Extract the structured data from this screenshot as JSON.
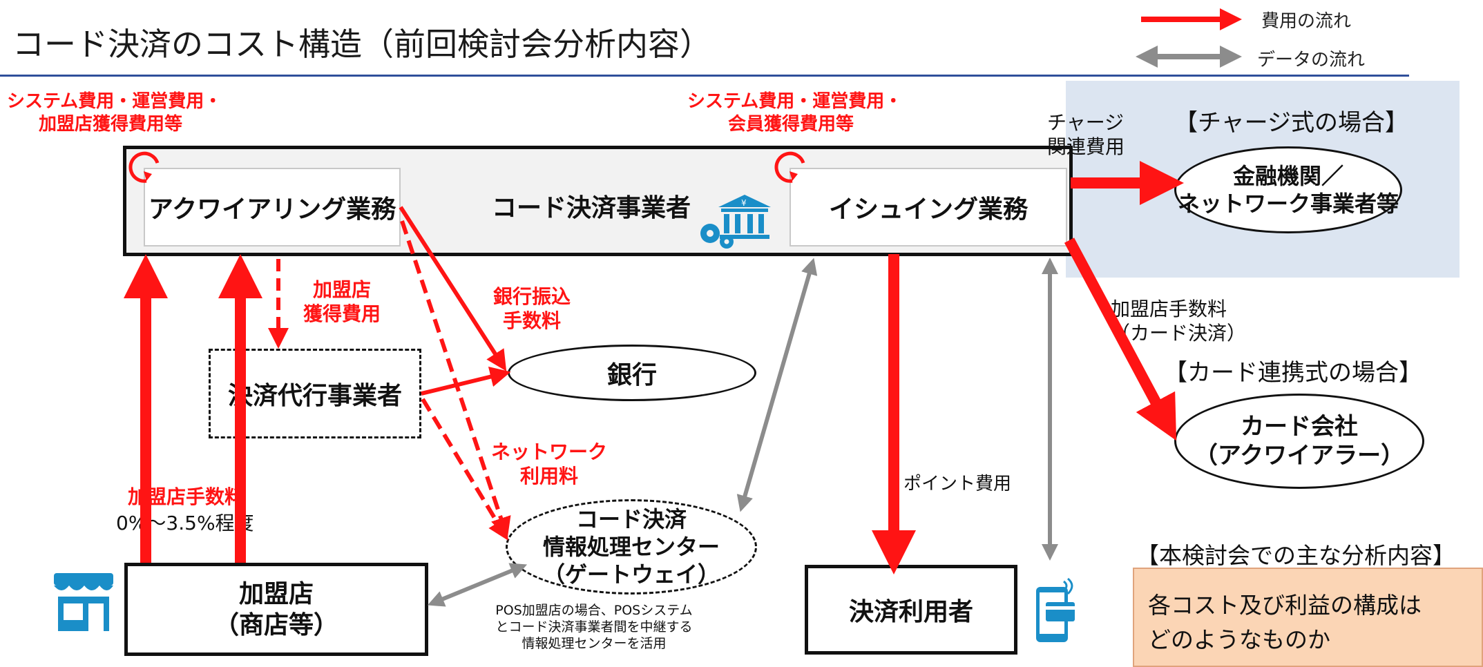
{
  "title": "コード決済のコスト構造（前回検討会分析内容）",
  "legend": {
    "cost_flow": "費用の流れ",
    "data_flow": "データの流れ"
  },
  "labels": {
    "acq_costs": [
      "システム費用・運営費用・",
      "加盟店獲得費用等"
    ],
    "iss_costs": [
      "システム費用・運営費用・",
      "会員獲得費用等"
    ],
    "charge_cost": [
      "チャージ",
      "関連費用"
    ],
    "merchant_acq_fee": [
      "加盟店",
      "獲得費用"
    ],
    "bank_transfer_fee": [
      "銀行振込",
      "手数料"
    ],
    "network_fee": [
      "ネットワーク",
      "利用料"
    ],
    "merchant_fee": "加盟店手数料",
    "merchant_fee_rate": "0%～3.5%程度",
    "point_cost": "ポイント費用",
    "card_merchant_fee": [
      "加盟店手数料",
      "（カード決済）"
    ],
    "pos_note": [
      "POS加盟店の場合、POSシステム",
      "とコード決済事業者間を中継する",
      "情報処理センターを活用"
    ]
  },
  "nodes": {
    "code_payment_operator": "コード決済事業者",
    "acquiring": "アクワイアリング業務",
    "issuing": "イシュイング業務",
    "payment_agent": "決済代行事業者",
    "bank": "銀行",
    "gateway": [
      "コード決済",
      "情報処理センター",
      "（ゲートウェイ）"
    ],
    "merchant": [
      "加盟店",
      "（商店等）"
    ],
    "payment_user": "決済利用者",
    "financial_institution": [
      "金融機関／",
      "ネットワーク事業者等"
    ],
    "card_company": [
      "カード会社",
      "（アクワイアラー）"
    ]
  },
  "cases": {
    "charge": "【チャージ式の場合】",
    "card": "【カード連携式の場合】"
  },
  "analysis": {
    "heading": "【本検討会での主な分析内容】",
    "body": [
      "各コスト及び利益の構成は",
      "どのようなものか"
    ]
  },
  "colors": {
    "cost_arrow": "#ff1414",
    "data_arrow": "#8c8c8c",
    "icon_blue": "#1a8ec8",
    "case_bg": "#dce5f1",
    "analysis_bg": "#fbd5b5"
  }
}
